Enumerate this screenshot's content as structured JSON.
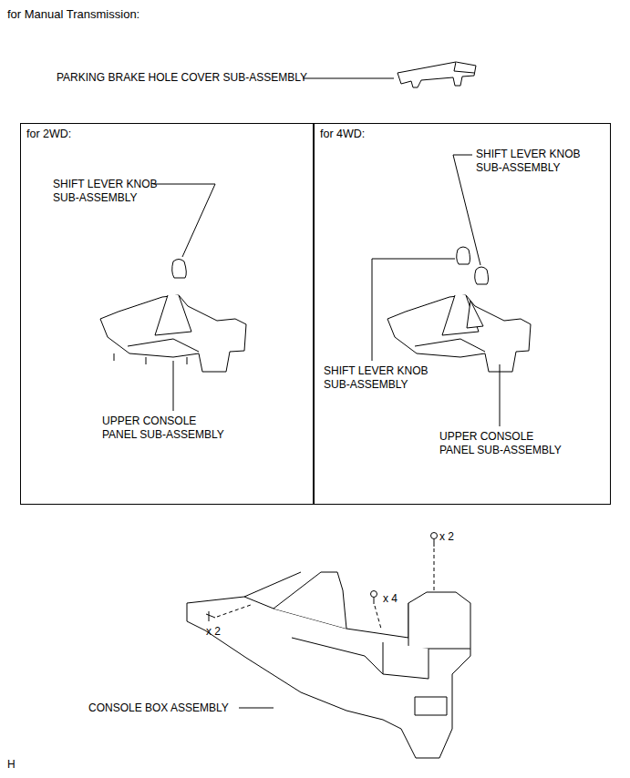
{
  "diagram": {
    "title": "for Manual Transmission:",
    "nodes": [
      {
        "text": [
          "for 2WD:"
        ]
      },
      {
        "text": [
          "for 4WD:"
        ]
      }
    ],
    "labels": [
      "PARKING BRAKE HOLE COVER SUB-ASSEMBLY",
      "SHIFT LEVER KNOB SUB-ASSEMBLY",
      "UPPER CONSOLE PANEL SUB-ASSEMBLY",
      "SHIFT LEVER KNOB SUB-ASSEMBLY",
      "SHIFT LEVER KNOB SUB-ASSEMBLY",
      "UPPER CONSOLE PANEL SUB-ASSEMBLY",
      "x 2",
      "x 4",
      "x 2",
      "CONSOLE BOX ASSEMBLY",
      "H"
    ]
  }
}
